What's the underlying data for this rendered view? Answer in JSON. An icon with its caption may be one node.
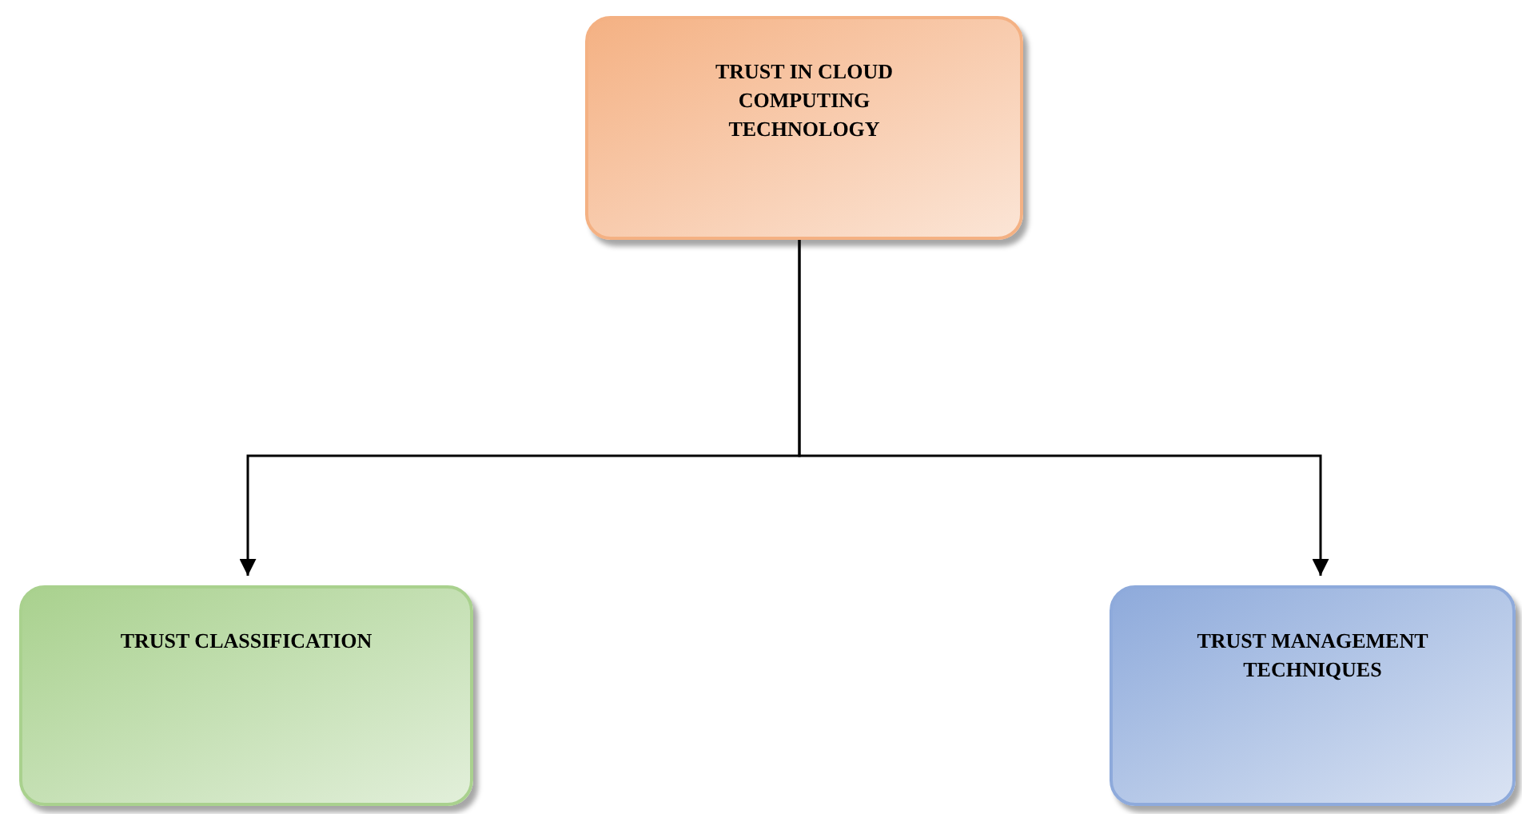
{
  "diagram": {
    "nodes": [
      {
        "text": [
          "TRUST IN CLOUD COMPUTING TECHNOLOGY"
        ]
      },
      {
        "text": [
          "TRUST CLASSIFICATION"
        ]
      },
      {
        "text": [
          "TRUST MANAGEMENT TECHNIQUES"
        ]
      }
    ],
    "edges": [
      {
        "from": 0,
        "to": 1,
        "arrow": "to"
      },
      {
        "from": 0,
        "to": 2,
        "arrow": "to"
      }
    ]
  }
}
